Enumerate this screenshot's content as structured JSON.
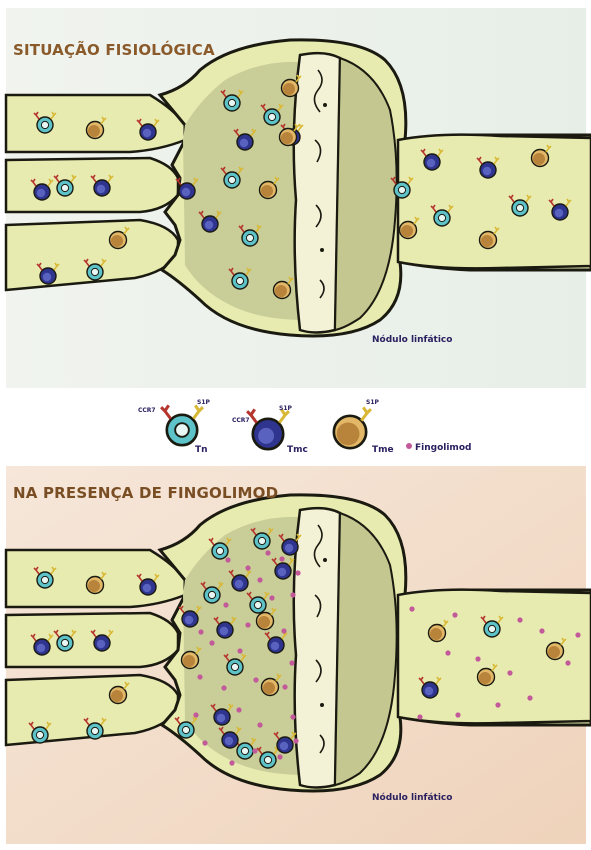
{
  "panels": [
    {
      "title": "SITUAÇÃO FISIOLÓGICA",
      "node_label": "Nódulo linfático"
    },
    {
      "title": "NA PRESENÇA DE FINGOLIMOD",
      "node_label": "Nódulo linfático"
    }
  ],
  "legend": {
    "ccr7": "CCR7",
    "s1p": "S1P",
    "items": [
      {
        "name": "Tn"
      },
      {
        "name": "Tmc"
      },
      {
        "name": "Tme"
      },
      {
        "name": "Fingolimod"
      }
    ]
  },
  "colors": {
    "title": "#8a5a2b",
    "vessel": "#e8ebb0",
    "vessel_edge": "#1a1a10",
    "node_fill": "#cfd3a0",
    "cortex": "#b9bd86",
    "capsule": "#f4f2d6",
    "tn": "#5ec3c9",
    "tmc": "#2f358f",
    "tme": "#b8833a",
    "fingolimod": "#c25a9a",
    "top_bg": "#eef2ee",
    "bottom_bg": "#f2dcc8"
  }
}
